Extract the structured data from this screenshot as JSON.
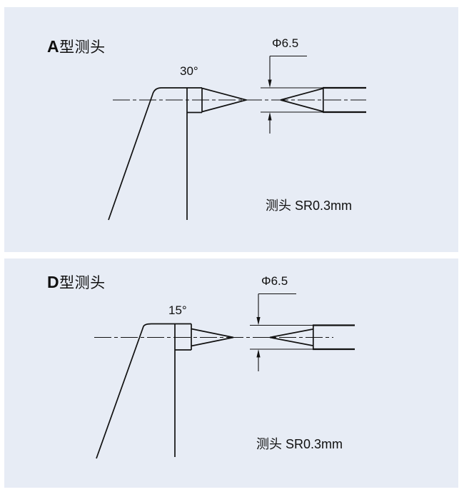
{
  "colors": {
    "panel_bg": "#e7ecf5",
    "line": "#111111"
  },
  "panels": [
    {
      "title_prefix": "A",
      "title_suffix": "型测头",
      "angle_label": "30°",
      "diameter_label": "Φ6.5",
      "tip_note": "测头 SR0.3mm"
    },
    {
      "title_prefix": "D",
      "title_suffix": "型测头",
      "angle_label": "15°",
      "diameter_label": "Φ6.5",
      "tip_note": "测头 SR0.3mm"
    }
  ]
}
